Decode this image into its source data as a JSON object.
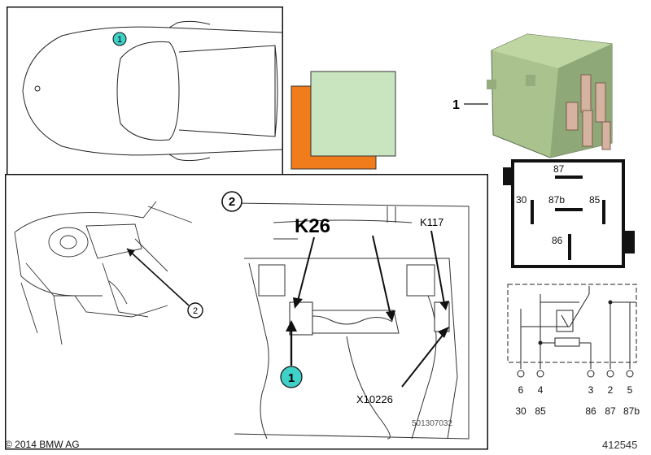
{
  "car_top_panel": {
    "callout": "1"
  },
  "color_swatches": {
    "front_color": "#c9e5bf",
    "back_color": "#f07c1c"
  },
  "relay_photo": {
    "callout": "1",
    "body_color": "#a9c28e"
  },
  "pinout_box": {
    "pins": [
      "87",
      "30",
      "87b",
      "85",
      "86"
    ]
  },
  "detail_panel": {
    "section_label": "2",
    "relay_label": "K26",
    "relay2_label": "K117",
    "connector_label": "X10226",
    "callout": "1",
    "figure_number": "501307032",
    "dashboard_callout": "2"
  },
  "schematic": {
    "pin_numbers": [
      "6",
      "4",
      "3",
      "2",
      "5"
    ],
    "pin_functions": [
      "30",
      "85",
      "86",
      "87",
      "87b"
    ]
  },
  "footer": {
    "copyright": "© 2014 BMW AG",
    "document_number": "412545"
  }
}
